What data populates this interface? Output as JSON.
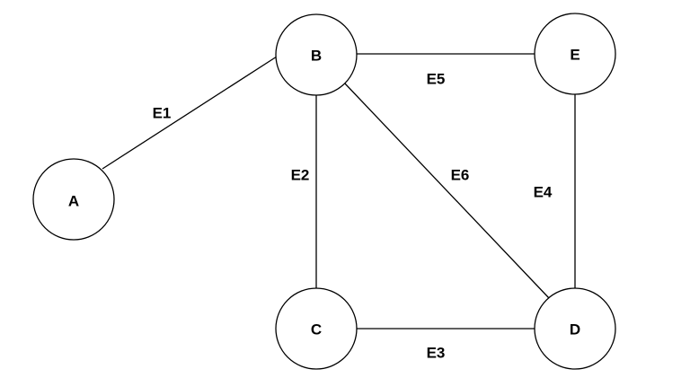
{
  "graph": {
    "nodes": [
      {
        "id": "A",
        "label": "A"
      },
      {
        "id": "B",
        "label": "B"
      },
      {
        "id": "C",
        "label": "C"
      },
      {
        "id": "D",
        "label": "D"
      },
      {
        "id": "E",
        "label": "E"
      }
    ],
    "edges": [
      {
        "id": "E1",
        "label": "E1",
        "from": "A",
        "to": "B"
      },
      {
        "id": "E2",
        "label": "E2",
        "from": "B",
        "to": "C"
      },
      {
        "id": "E3",
        "label": "E3",
        "from": "C",
        "to": "D"
      },
      {
        "id": "E4",
        "label": "E4",
        "from": "E",
        "to": "D"
      },
      {
        "id": "E5",
        "label": "E5",
        "from": "B",
        "to": "E"
      },
      {
        "id": "E6",
        "label": "E6",
        "from": "B",
        "to": "D"
      }
    ]
  }
}
